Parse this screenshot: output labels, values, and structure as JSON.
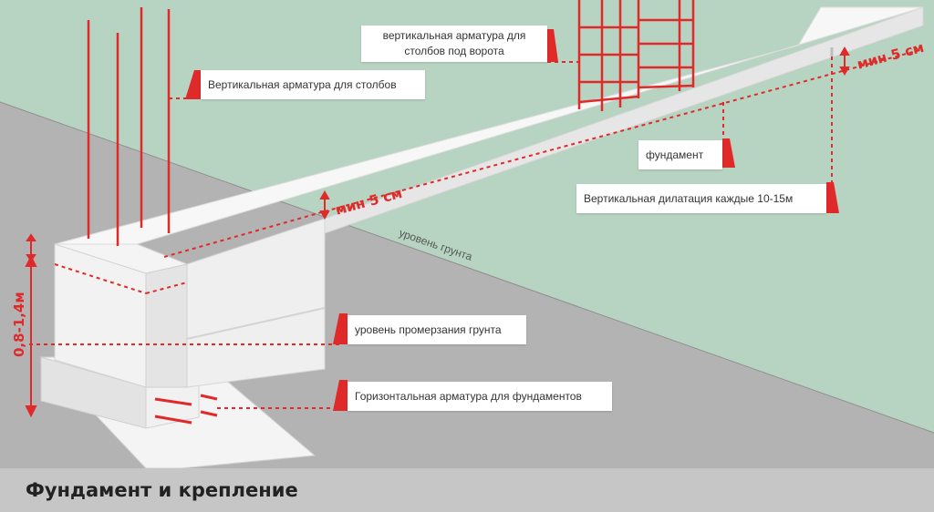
{
  "labels": {
    "vertical_rebar_posts": "Вертикальная арматура для столбов",
    "vertical_rebar_gate_line1": "вертикальная арматура для",
    "vertical_rebar_gate_line2": "столбов под ворота",
    "foundation": "фундамент",
    "vertical_dilation": "Вертикальная дилатация каждые 10-15м",
    "freeze_level": "уровень промерзания грунта",
    "horizontal_rebar": "Горизонтальная арматура для фундаментов",
    "ground_level": "уровень грунта",
    "min_5cm_near": "мин 5 см",
    "min_5cm_far": "мин 5 см",
    "depth": "0,8-1,4м"
  },
  "footer": {
    "title": "Фундамент и крепление"
  },
  "colors": {
    "accent_red": "#e02a2a",
    "grass_green": "#b7d3c1",
    "ground_gray": "#b3b3b3",
    "concrete": "#ececec",
    "footer_gray": "#c6c6c6"
  }
}
